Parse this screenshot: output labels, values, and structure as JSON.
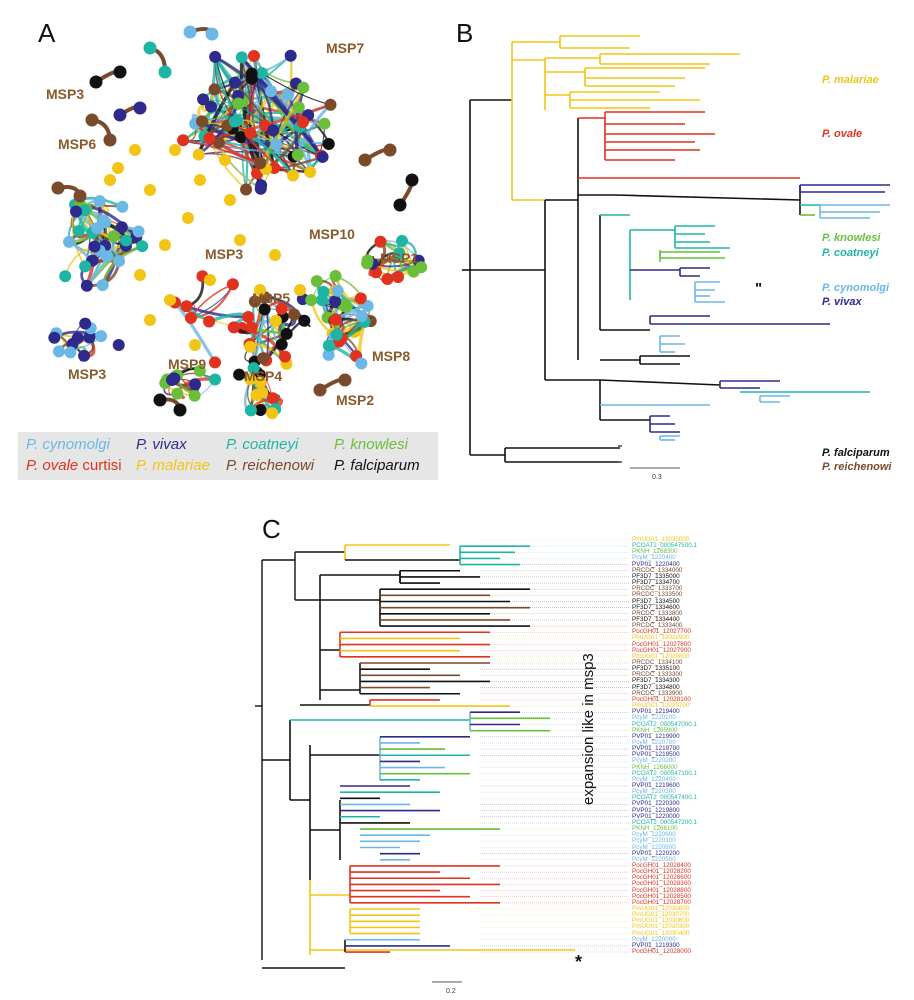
{
  "panels": {
    "a": "A",
    "b": "B",
    "c": "C"
  },
  "colors": {
    "cynomolgi": "#6bb7e6",
    "vivax": "#2d2a8c",
    "coatneyi": "#1fb5a5",
    "knowlesi": "#6abf3a",
    "ovale": "#e0321f",
    "malariae": "#f2c515",
    "reichenowi": "#7a4a2a",
    "falciparum": "#111111"
  },
  "legend": [
    {
      "name": "P. cynomolgi",
      "color": "#6bb7e6"
    },
    {
      "name": "P. vivax",
      "color": "#2d2a8c"
    },
    {
      "name": "P. coatneyi",
      "color": "#1fb5a5"
    },
    {
      "name": "P. knowlesi",
      "color": "#6abf3a"
    },
    {
      "name": "P. ovale",
      "suffix": " curtisi",
      "color": "#e0321f"
    },
    {
      "name": "P. malariae",
      "color": "#f2c515"
    },
    {
      "name": "P. reichenowi",
      "color": "#7a4a2a"
    },
    {
      "name": "P. falciparum",
      "color": "#111111"
    }
  ],
  "msp_labels": [
    "MSP7",
    "MSP3",
    "MSP6",
    "MSP3",
    "MSP10",
    "MSP1",
    "MSP3",
    "MSP8",
    "MSP9",
    "MSP4",
    "MSP2",
    "MSP5"
  ],
  "treeB": {
    "species_labels": [
      {
        "text": "P. malariae",
        "color": "#f2c515"
      },
      {
        "text": "P. ovale",
        "color": "#e0321f"
      },
      {
        "text": "P. knowlesi",
        "color": "#6abf3a"
      },
      {
        "text": "P. coatneyi",
        "color": "#1fb5a5"
      },
      {
        "text": "P. cynomolgi",
        "color": "#6bb7e6"
      },
      {
        "text": "P. vivax",
        "color": "#2d2a8c"
      },
      {
        "text": "P. falciparum",
        "color": "#111111"
      },
      {
        "text": "P. reichenowi",
        "color": "#7a4a2a"
      }
    ],
    "scale": "0.3",
    "quote": "\""
  },
  "treeC": {
    "annotation": "expansion like in msp3",
    "star": "*",
    "scale": "0.2",
    "leaves": [
      {
        "t": "PmUG01_12030000",
        "c": "#f2c515"
      },
      {
        "t": "PCOAT2_000547500.1",
        "c": "#1fb5a5"
      },
      {
        "t": "PKNH_1268300",
        "c": "#6abf3a"
      },
      {
        "t": "PcyM_1220400",
        "c": "#6bb7e6"
      },
      {
        "t": "PVP01_1220400",
        "c": "#2d2a8c"
      },
      {
        "t": "PRCDC_1334000",
        "c": "#7a4a2a"
      },
      {
        "t": "PF3D7_1335000",
        "c": "#111111"
      },
      {
        "t": "PF3D7_1334700",
        "c": "#111111"
      },
      {
        "t": "PRCDC_1333700",
        "c": "#7a4a2a"
      },
      {
        "t": "PRCDC_1333500",
        "c": "#7a4a2a"
      },
      {
        "t": "PF3D7_1334500",
        "c": "#111111"
      },
      {
        "t": "PF3D7_1334600",
        "c": "#111111"
      },
      {
        "t": "PRCDC_1333800",
        "c": "#7a4a2a"
      },
      {
        "t": "PF3D7_1334400",
        "c": "#111111"
      },
      {
        "t": "PRCDC_1333400",
        "c": "#7a4a2a"
      },
      {
        "t": "PocGH01_12027700",
        "c": "#e0321f"
      },
      {
        "t": "PmUG01_12029900",
        "c": "#f2c515"
      },
      {
        "t": "PocGH01_12027800",
        "c": "#e0321f"
      },
      {
        "t": "PocGH01_12027900",
        "c": "#e0321f"
      },
      {
        "t": "PmUG01_12029800",
        "c": "#f2c515"
      },
      {
        "t": "PRCDC_1334100",
        "c": "#7a4a2a"
      },
      {
        "t": "PF3D7_1335100",
        "c": "#111111"
      },
      {
        "t": "PRCDC_1333300",
        "c": "#7a4a2a"
      },
      {
        "t": "PF3D7_1334300",
        "c": "#111111"
      },
      {
        "t": "PF3D7_1334800",
        "c": "#111111"
      },
      {
        "t": "PRCDC_1333900",
        "c": "#7a4a2a"
      },
      {
        "t": "PocGH01_12028100",
        "c": "#e0321f"
      },
      {
        "t": "PmUG01_12029700",
        "c": "#f2c515"
      },
      {
        "t": "PVP01_1219400",
        "c": "#2d2a8c"
      },
      {
        "t": "PcyM_1220100",
        "c": "#6bb7e6"
      },
      {
        "t": "PCOAT2_000547000.1",
        "c": "#1fb5a5"
      },
      {
        "t": "PKNH_1265900",
        "c": "#6abf3a"
      },
      {
        "t": "PVP01_1219900",
        "c": "#2d2a8c"
      },
      {
        "t": "PcyM_1220700",
        "c": "#6bb7e6"
      },
      {
        "t": "PVP01_1219700",
        "c": "#2d2a8c"
      },
      {
        "t": "PVP01_1219500",
        "c": "#2d2a8c"
      },
      {
        "t": "PcyM_1220200",
        "c": "#6bb7e6"
      },
      {
        "t": "PKNH_1266000",
        "c": "#6abf3a"
      },
      {
        "t": "PCOAT2_000547100.1",
        "c": "#1fb5a5"
      },
      {
        "t": "PcyM_1220400",
        "c": "#6bb7e6"
      },
      {
        "t": "PVP01_1219600",
        "c": "#2d2a8c"
      },
      {
        "t": "PcyM_1220300",
        "c": "#6bb7e6"
      },
      {
        "t": "PCOAT2_000547400.1",
        "c": "#1fb5a5"
      },
      {
        "t": "PVP01_1220300",
        "c": "#2d2a8c"
      },
      {
        "t": "PVP01_1219800",
        "c": "#2d2a8c"
      },
      {
        "t": "PVP01_1220000",
        "c": "#2d2a8c"
      },
      {
        "t": "PCOAT2_000547200.1",
        "c": "#1fb5a5"
      },
      {
        "t": "PKNH_1266100",
        "c": "#6abf3a"
      },
      {
        "t": "PcyM_1220600",
        "c": "#6bb7e6"
      },
      {
        "t": "PcyM_1220100",
        "c": "#6bb7e6"
      },
      {
        "t": "PcyM_1220800",
        "c": "#6bb7e6"
      },
      {
        "t": "PVP01_1220200",
        "c": "#2d2a8c"
      },
      {
        "t": "PcyM_1220500",
        "c": "#6bb7e6"
      },
      {
        "t": "PocGH01_12028400",
        "c": "#e0321f"
      },
      {
        "t": "PocGH01_12028200",
        "c": "#e0321f"
      },
      {
        "t": "PocGH01_12028600",
        "c": "#e0321f"
      },
      {
        "t": "PocGH01_12028300",
        "c": "#e0321f"
      },
      {
        "t": "PocGH01_12028800",
        "c": "#e0321f"
      },
      {
        "t": "PocGH01_12028500",
        "c": "#e0321f"
      },
      {
        "t": "PocGH01_12028700",
        "c": "#e0321f"
      },
      {
        "t": "PmUG01_12030800",
        "c": "#f2c515"
      },
      {
        "t": "PmUG01_12030700",
        "c": "#f2c515"
      },
      {
        "t": "PmUG01_12030600",
        "c": "#f2c515"
      },
      {
        "t": "PmUG01_12030300",
        "c": "#f2c515"
      },
      {
        "t": "PmUG01_12030400",
        "c": "#f2c515"
      },
      {
        "t": "PcyM_1220000",
        "c": "#6bb7e6"
      },
      {
        "t": "PVP01_1219300",
        "c": "#2d2a8c"
      },
      {
        "t": "PocGH01_12028000",
        "c": "#e0321f"
      }
    ]
  }
}
